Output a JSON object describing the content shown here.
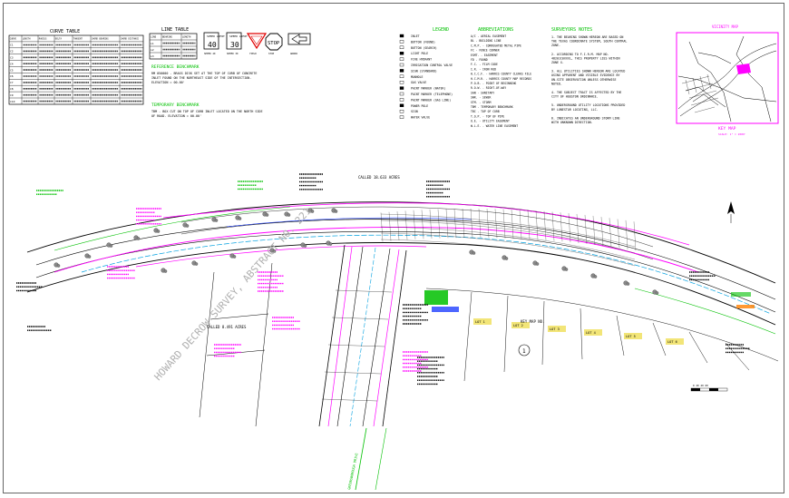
{
  "curve_table": {
    "title": "CURVE TABLE",
    "headers": [
      "CURVE",
      "LENGTH",
      "RADIUS",
      "DELTA",
      "TANGENT",
      "CHORD BEARING",
      "CHORD DISTANCE"
    ],
    "rows": [
      [
        "C1",
        "",
        "",
        "",
        "",
        "",
        ""
      ],
      [
        "C2",
        "",
        "",
        "",
        "",
        "",
        ""
      ],
      [
        "C3",
        "",
        "",
        "",
        "",
        "",
        ""
      ],
      [
        "C4",
        "",
        "",
        "",
        "",
        "",
        ""
      ],
      [
        "C5",
        "",
        "",
        "",
        "",
        "",
        ""
      ],
      [
        "C6",
        "",
        "",
        "",
        "",
        "",
        ""
      ],
      [
        "C7",
        "",
        "",
        "",
        "",
        "",
        ""
      ],
      [
        "C8",
        "",
        "",
        "",
        "",
        "",
        ""
      ],
      [
        "C9",
        "",
        "",
        "",
        "",
        "",
        ""
      ],
      [
        "C10",
        "",
        "",
        "",
        "",
        "",
        ""
      ]
    ]
  },
  "line_table": {
    "title": "LINE TABLE",
    "headers": [
      "LINE",
      "BEARING",
      "LENGTH"
    ],
    "rows": [
      [
        "L1",
        "",
        ""
      ],
      [
        "L2",
        "",
        ""
      ],
      [
        "L3",
        "",
        ""
      ]
    ]
  },
  "signs": [
    {
      "label": "SPEED LIMIT",
      "value": "40",
      "shape": "rect"
    },
    {
      "label": "SPEED LIMIT",
      "value": "30",
      "shape": "rect"
    },
    {
      "label": "",
      "value": "",
      "shape": "yield-triangle"
    },
    {
      "label": "STOP",
      "value": "STOP",
      "shape": "octagon"
    },
    {
      "label": "",
      "value": "",
      "shape": "arrow"
    }
  ],
  "headings": {
    "legend": "LEGEND",
    "abbreviations": "ABBREVIATIONS",
    "surveyors_notes": "SURVEYORS NOTES",
    "vicinity_map": "VICINITY MAP",
    "key_map": "KEY MAP",
    "reference_benchmark": "REFERENCE BENCHMARK",
    "temporary_benchmark": "TEMPORARY BENCHMARK"
  },
  "legend_items": [
    "INLET",
    "BUTTON (FOUND)",
    "BUTTON (SEARCH)",
    "LIGHT POLE",
    "FIRE HYDRANT",
    "IRRIGATION CONTROL VALVE",
    "SIGN (STANDARD)",
    "MANHOLE",
    "GAS VALVE",
    "PAINT MARKER (WATER)",
    "PAINT MARKER (TELEPHONE)",
    "PAINT MARKER (GAS LINE)",
    "POWER POLE",
    "SIGN",
    "WATER VALVE"
  ],
  "abbreviation_items": [
    "A/C - AERIAL EASEMENT",
    "BL - BUILDING LINE",
    "C.M.P. - CORRUGATED METAL PIPE",
    "FC - FENCE CORNER",
    "ESMT. - EASEMENT",
    "FD - FOUND",
    "F.C. - FILM CODE",
    "I.R. - IRON ROD",
    "H.C.C.F. - HARRIS COUNTY CLERKS FILE",
    "H.C.M.R. - HARRIS COUNTY MAP RECORDS",
    "P.O.B. - POINT OF BEGINNING",
    "R.O.W. - RIGHT-OF-WAY",
    "SAN - SANITARY",
    "SWR. - SEWER",
    "STM. - STORM",
    "TBM - TEMPORARY BENCHMARK",
    "TBC - TOP OF CURB",
    "T.O.P. - TOP OF PIPE",
    "U.E. - UTILITY EASEMENT",
    "W.L.E. - WATER LINE EASEMENT"
  ],
  "notes": [
    "1. THE BEARING SHOWN HEREON ARE BASED ON THE TEXAS COORDINATE SYSTEM, SOUTH CENTRAL ZONE.",
    "2. ACCORDING TO F.I.R.M. MAP NO. 48201C0XXXL, THIS PROPERTY LIES WITHIN ZONE X.",
    "3. ALL UTILITIES SHOWN HEREON ARE LOCATED USING APPARENT AND VISIBLE EVIDENCE BY ON-SITE OBSERVATION UNLESS OTHERWISE NOTED.",
    "4. THE SUBJECT TRACT IS AFFECTED BY THE CITY OF HOUSTON ORDINANCE.",
    "5. UNDERGROUND UTILITY LOCATIONS PROVIDED BY LONESTAR LOCATING, LLC.",
    "6. INDICATES AN UNDERGROUND STORM LINE WITH UNKNOWN DIRECTION."
  ],
  "benchmark_text": {
    "reference": "RM 050000 - BRASS DISK SET AT THE TOP OF CURB OF CONCRETE INLET FOUND ON THE NORTHEAST SIDE OF THE INTERSECTION. ELEVATION = 00.00'",
    "temporary": "TBM - BOX CUT ON TOP OF CURB INLET LOCATED ON THE NORTH SIDE OF ROAD. ELEVATION = 00.00'"
  },
  "map_labels": {
    "abstract": "HOWARD DECROW SURVEY, ABSTRACT NO. 221",
    "called_north": "CALLED 18.633 ACRES",
    "called_south": "CALLED 8.491 ACRES",
    "key_map": "KEY MAP NO.",
    "lot_labels": [
      "LOT 1",
      "LOT 2",
      "LOT 3",
      "LOT 4",
      "LOT 5",
      "LOT 6"
    ],
    "parcel_number": "1",
    "street_name": "GREENSBOROUGH DRIVE"
  },
  "colors": {
    "primary": "#000000",
    "magenta": "#ff00ff",
    "green": "#00c000",
    "yellow": "#d6c000",
    "cyan": "#00a0e0",
    "red": "#e00000",
    "blue": "#2040ff"
  }
}
